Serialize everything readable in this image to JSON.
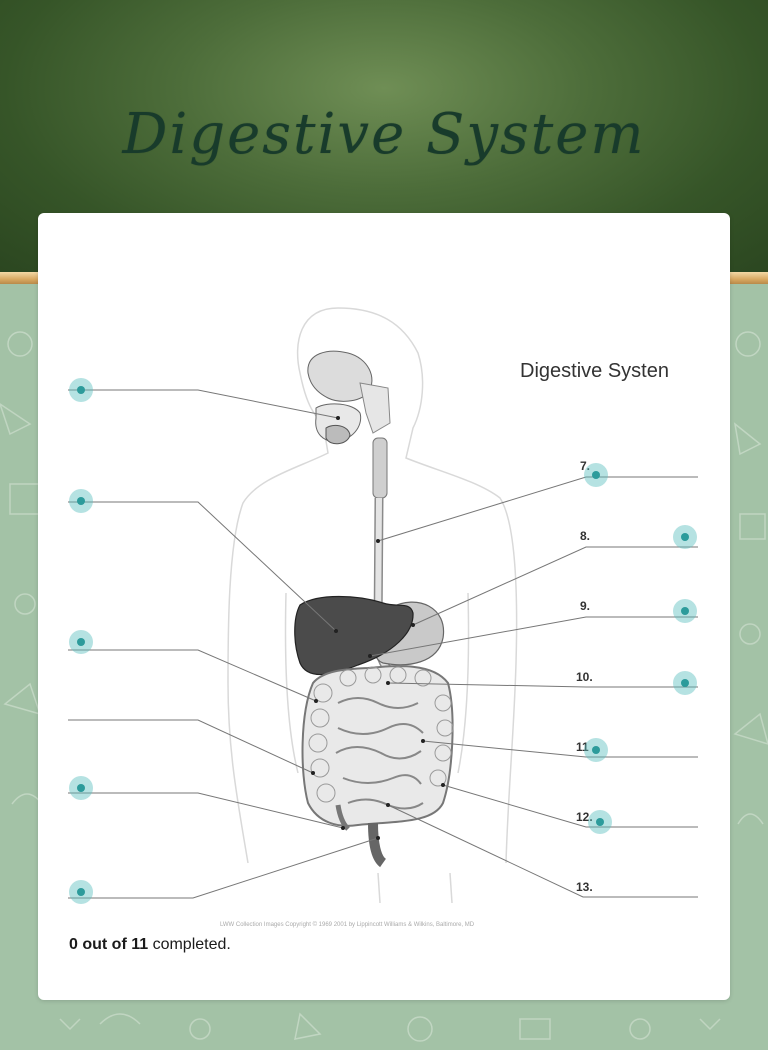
{
  "header": {
    "title": "Digestive System"
  },
  "diagram": {
    "heading": "Digestive Systen",
    "right_numbers": [
      "7.",
      "8.",
      "9.",
      "10.",
      "11",
      "12.",
      "13."
    ],
    "credit": "LWW Collection Images Copyright © 1969 2001 by Lippincott Williams & Wilkins, Baltimore, MD"
  },
  "progress": {
    "completed_bold": "0 out of 11",
    "completed_suffix": " completed."
  },
  "colors": {
    "hotspot": "#5bbfbf",
    "hotspot_core": "#2c9b9b"
  }
}
